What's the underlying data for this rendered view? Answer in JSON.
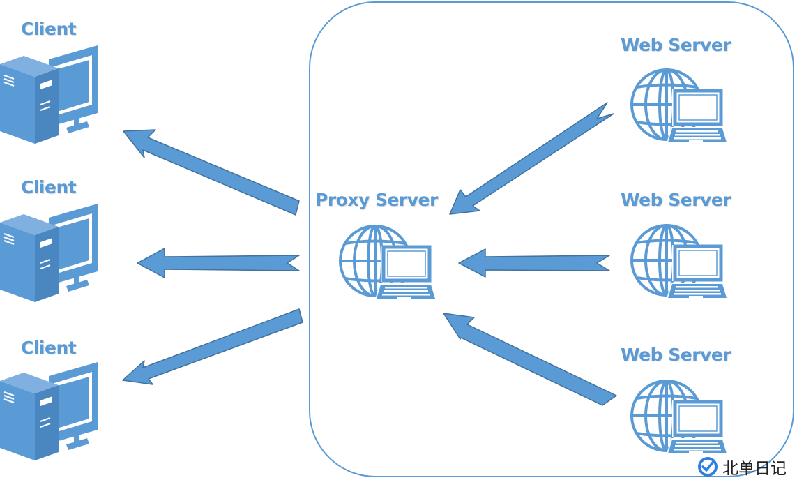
{
  "colors": {
    "accent": "#5b9bd5",
    "accent_dark": "#41719c",
    "background": "#ffffff"
  },
  "clients": [
    {
      "label": "Client"
    },
    {
      "label": "Client"
    },
    {
      "label": "Client"
    }
  ],
  "proxy": {
    "label": "Proxy Server"
  },
  "web_servers": [
    {
      "label": "Web Server"
    },
    {
      "label": "Web Server"
    },
    {
      "label": "Web Server"
    }
  ],
  "icons": {
    "client": "desktop-computer-icon",
    "server": "globe-laptop-icon",
    "watermark": "check-badge-icon"
  },
  "watermark": {
    "text": "北单日记"
  }
}
